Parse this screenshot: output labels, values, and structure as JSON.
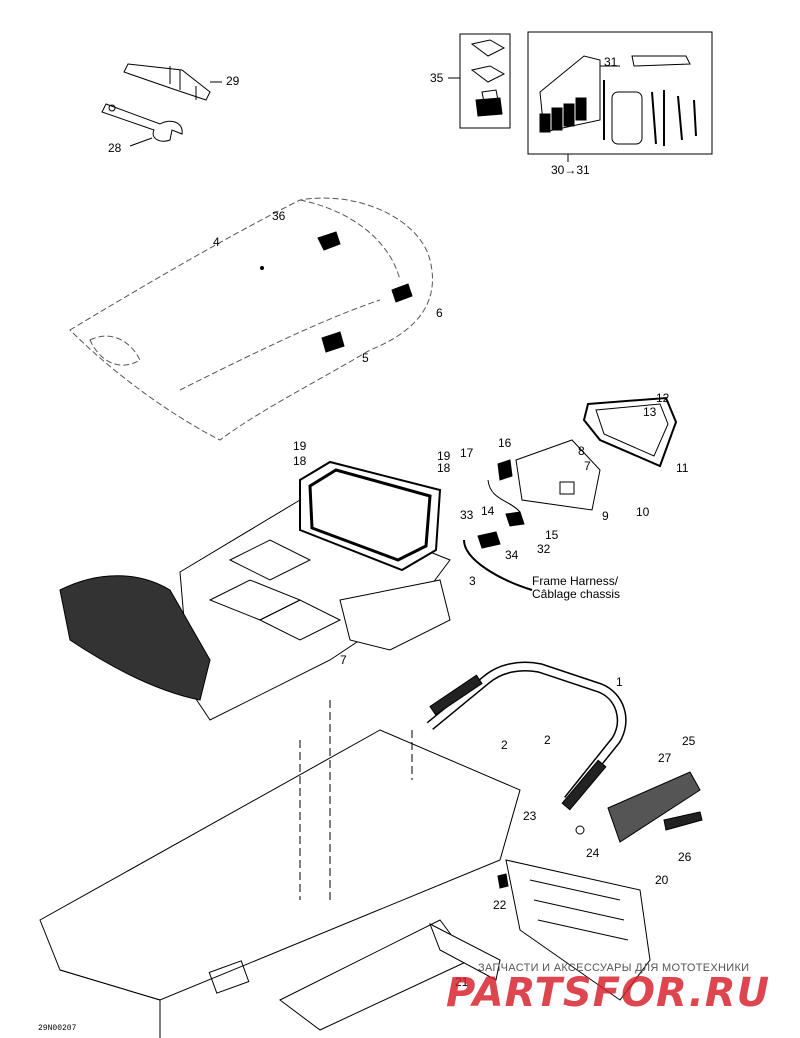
{
  "diagram": {
    "callouts": [
      {
        "id": "29",
        "text": "29"
      },
      {
        "id": "28",
        "text": "28"
      },
      {
        "id": "35",
        "text": "35"
      },
      {
        "id": "31",
        "text": "31"
      },
      {
        "id": "30-31",
        "text": "30→31"
      },
      {
        "id": "36",
        "text": "36"
      },
      {
        "id": "4",
        "text": "4"
      },
      {
        "id": "6",
        "text": "6"
      },
      {
        "id": "5",
        "text": "5"
      },
      {
        "id": "12",
        "text": "12"
      },
      {
        "id": "13",
        "text": "13"
      },
      {
        "id": "11",
        "text": "11"
      },
      {
        "id": "19a",
        "text": "19"
      },
      {
        "id": "18a",
        "text": "18"
      },
      {
        "id": "19b",
        "text": "19"
      },
      {
        "id": "18b",
        "text": "18"
      },
      {
        "id": "17",
        "text": "17"
      },
      {
        "id": "16",
        "text": "16"
      },
      {
        "id": "8",
        "text": "8"
      },
      {
        "id": "7a",
        "text": "7"
      },
      {
        "id": "9",
        "text": "9"
      },
      {
        "id": "10",
        "text": "10"
      },
      {
        "id": "33",
        "text": "33"
      },
      {
        "id": "14",
        "text": "14"
      },
      {
        "id": "15",
        "text": "15"
      },
      {
        "id": "32",
        "text": "32"
      },
      {
        "id": "34",
        "text": "34"
      },
      {
        "id": "3",
        "text": "3"
      },
      {
        "id": "7b",
        "text": "7"
      },
      {
        "id": "1",
        "text": "1"
      },
      {
        "id": "2a",
        "text": "2"
      },
      {
        "id": "2b",
        "text": "2"
      },
      {
        "id": "27",
        "text": "27"
      },
      {
        "id": "25",
        "text": "25"
      },
      {
        "id": "23",
        "text": "23"
      },
      {
        "id": "24",
        "text": "24"
      },
      {
        "id": "26",
        "text": "26"
      },
      {
        "id": "20",
        "text": "20"
      },
      {
        "id": "22",
        "text": "22"
      },
      {
        "id": "21",
        "text": "21"
      }
    ],
    "harness_note": {
      "line1": "Frame Harness/",
      "line2": "Câblage chassis"
    },
    "drawing_code": "29N00207"
  },
  "watermark": {
    "caption": "ЗАПЧАСТИ И АКСЕССУАРЫ ДЛЯ МОТОТЕХНИКИ",
    "logo": "PARTSFOR.RU",
    "color": "#d61c28"
  },
  "colors": {
    "ink": "#000000",
    "background": "#ffffff"
  }
}
